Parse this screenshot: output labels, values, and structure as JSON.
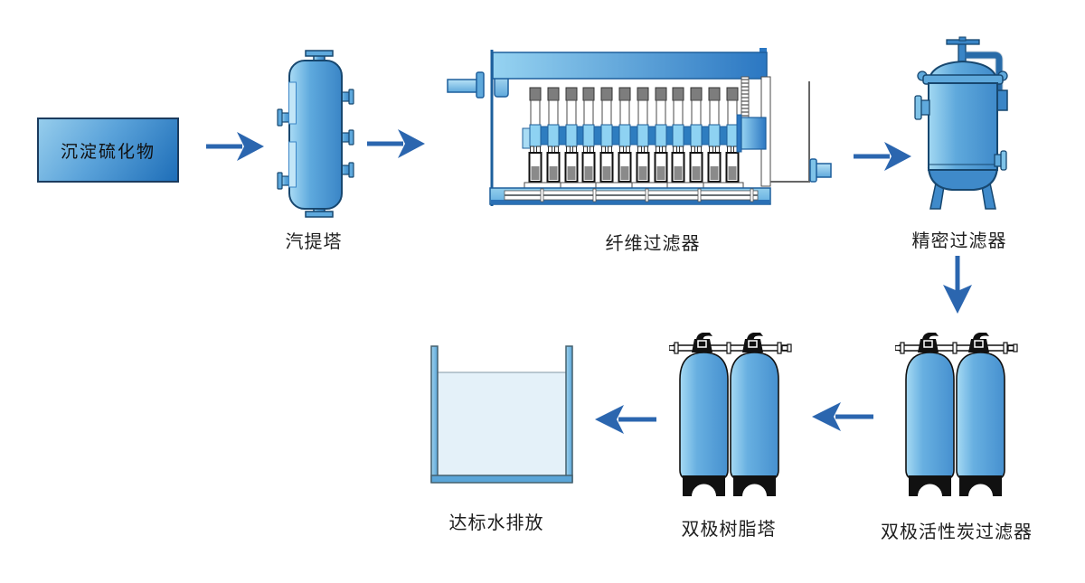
{
  "diagram": {
    "kind": "water-treatment-process-flow",
    "nodes": {
      "feed": {
        "label": "沉淀硫化物"
      },
      "stripper": {
        "label": "汽提塔"
      },
      "fiber_filter": {
        "label": "纤维过滤器"
      },
      "precision_filter": {
        "label": "精密过滤器"
      },
      "carbon_filter": {
        "label": "双极活性炭过滤器"
      },
      "resin_tower": {
        "label": "双极树脂塔"
      },
      "discharge": {
        "label": "达标水排放"
      }
    },
    "flow_order": [
      "沉淀硫化物",
      "汽提塔",
      "纤维过滤器",
      "精密过滤器",
      "双极活性炭过滤器",
      "双极树脂塔",
      "达标水排放"
    ],
    "colors": {
      "arrow": "#2b66af",
      "vessel_light": "#a6daf3",
      "vessel_blue": "#4690cf",
      "outline_navy": "#17476f",
      "tower_black": "#111111",
      "cap_gray": "#7d7d7d",
      "water": "#e4f1f9"
    }
  }
}
